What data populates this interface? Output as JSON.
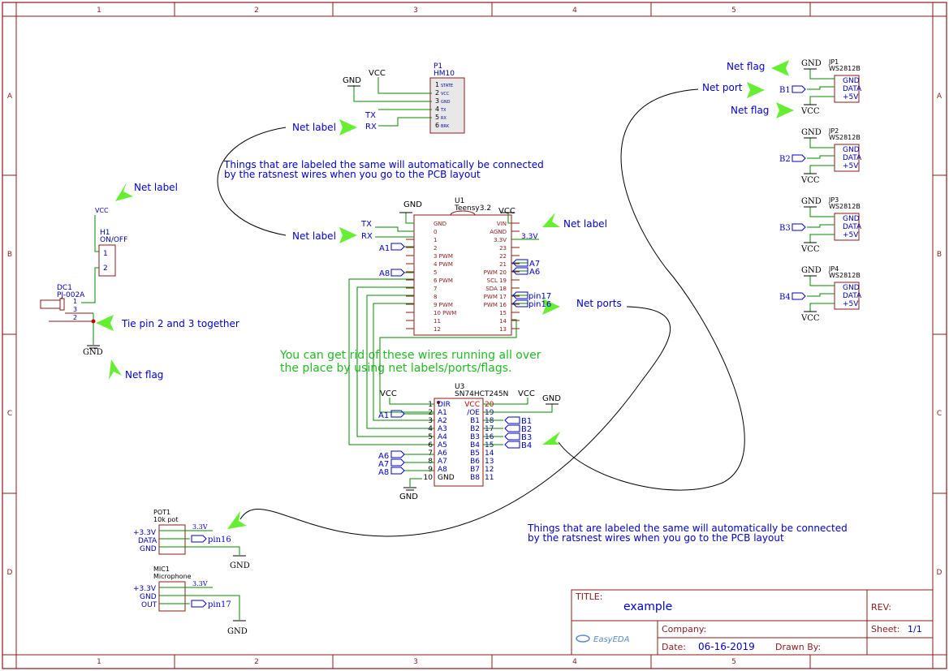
{
  "frame": {
    "col_labels": [
      "1",
      "2",
      "3",
      "4",
      "5"
    ],
    "row_labels": [
      "A",
      "B",
      "C",
      "D"
    ]
  },
  "title_block": {
    "title_label": "TITLE:",
    "title_value": "example",
    "rev_label": "REV:",
    "company_label": "Company:",
    "sheet_label": "Sheet:",
    "sheet_value": "1/1",
    "date_label": "Date:",
    "date_value": "06-16-2019",
    "drawn_label": "Drawn By:",
    "logo_text": "EasyEDA"
  },
  "annotations": {
    "net_label_1": "Net label",
    "net_label_2": "Net label",
    "net_label_3": "Net label",
    "net_label_4": "Net label",
    "tie_pins": "Tie pin 2 and 3 together",
    "net_flag_1": "Net flag",
    "net_flag_2": "Net flag",
    "net_flag_3": "Net flag",
    "net_port": "Net port",
    "net_ports": "Net ports",
    "ratsnest_1a": "Things that are labeled the same will automatically be connected",
    "ratsnest_1b": "by the ratsnest wires when you go to the PCB layout",
    "ratsnest_2a": "Things that are labeled the same will automatically be connected",
    "ratsnest_2b": "by the ratsnest wires when you go to the PCB layout",
    "rid_wires_a": "You can get rid of these wires running all over",
    "rid_wires_b": "the place by using net labels/ports/flags."
  },
  "nets": {
    "vcc": "VCC",
    "gnd": "GND",
    "tx": "TX",
    "rx": "RX",
    "v33": "3.3V",
    "a1": "A1",
    "a6": "A6",
    "a7": "A7",
    "a8": "A8",
    "pin16": "pin16",
    "pin17": "pin17",
    "b1": "B1",
    "b2": "B2",
    "b3": "B3",
    "b4": "B4"
  },
  "components": {
    "p1": {
      "ref": "P1",
      "name": "HM10",
      "pins": [
        "1",
        "2",
        "3",
        "4",
        "5",
        "6"
      ],
      "pin_names": [
        "STATE",
        "VCC",
        "GND",
        "TX",
        "RX",
        "BRK"
      ]
    },
    "h1": {
      "ref": "H1",
      "name": "ON/OFF",
      "pins": [
        "1",
        "2"
      ]
    },
    "dc1": {
      "ref": "DC1",
      "name": "PJ-002A",
      "pins": [
        "1",
        "3",
        "2"
      ]
    },
    "u1": {
      "ref": "U1",
      "name": "Teensy3.2",
      "left": [
        "GND",
        "0",
        "1",
        "2",
        "3 PWM",
        "4 PWM",
        "5",
        "6 PWM",
        "7",
        "8",
        "9 PWM",
        "10 PWM",
        "11",
        "12"
      ],
      "right": [
        "VIN",
        "AGND",
        "3.3V",
        "23",
        "22",
        "21",
        "PWM 20",
        "SCL 19",
        "SDA 18",
        "PWM 17",
        "PWM 16",
        "15",
        "14",
        "13"
      ]
    },
    "u3": {
      "ref": "U3",
      "name": "SN74HCT245N",
      "left_nums": [
        "1",
        "2",
        "3",
        "4",
        "5",
        "6",
        "7",
        "8",
        "9",
        "10"
      ],
      "left_names": [
        "DIR",
        "A1",
        "A2",
        "A3",
        "A4",
        "A5",
        "A6",
        "A7",
        "A8",
        "GND"
      ],
      "right_nums": [
        "20",
        "19",
        "18",
        "17",
        "16",
        "15",
        "14",
        "13",
        "12",
        "11"
      ],
      "right_names": [
        "VCC",
        "/OE",
        "B1",
        "B2",
        "B3",
        "B4",
        "B5",
        "B6",
        "B7",
        "B8"
      ]
    },
    "jp": [
      {
        "ref": "JP1",
        "name": "WS2812B",
        "pins": [
          "GND",
          "DATA",
          "+5V"
        ]
      },
      {
        "ref": "JP2",
        "name": "WS2812B",
        "pins": [
          "GND",
          "DATA",
          "+5V"
        ]
      },
      {
        "ref": "JP3",
        "name": "WS2812B",
        "pins": [
          "GND",
          "DATA",
          "+5V"
        ]
      },
      {
        "ref": "JP4",
        "name": "WS2812B",
        "pins": [
          "GND",
          "DATA",
          "+5V"
        ]
      }
    ],
    "pot1": {
      "ref": "POT1",
      "name": "10k pot",
      "pins": [
        "+3.3V",
        "DATA",
        "GND"
      ]
    },
    "mic1": {
      "ref": "MIC1",
      "name": "Microphone",
      "pins": [
        "+3.3V",
        "GND",
        "OUT"
      ]
    }
  },
  "colors": {
    "frame": "#8b1a1a",
    "wire": "#008800",
    "net": "#0000cc",
    "note_green": "#22bb22",
    "arrow": "#66ee33",
    "body_fill": "#ffffff",
    "hm10_fill": "#e8e8e8"
  }
}
